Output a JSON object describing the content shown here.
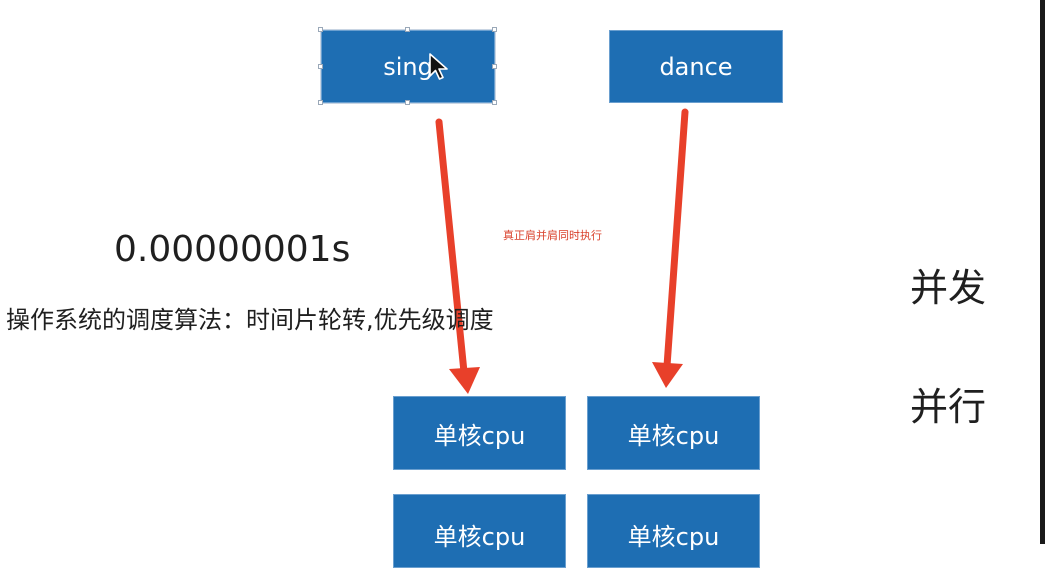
{
  "boxes": {
    "sing": "sing",
    "dance": "dance",
    "cpu_top_left": "单核cpu",
    "cpu_top_right": "单核cpu",
    "cpu_bottom_left": "单核cpu",
    "cpu_bottom_right": "单核cpu"
  },
  "annotation": "真正肩并肩同时执行",
  "time_value": "0.00000001s",
  "os_scheduling": "操作系统的调度算法：时间片轮转,优先级调度",
  "concurrent_label": "并发",
  "parallel_label": "并行",
  "colors": {
    "box_fill": "#1e6eb3",
    "arrow": "#e8402a",
    "annotation_text": "#d9402b"
  },
  "icons": [
    "mouse-pointer-icon"
  ]
}
